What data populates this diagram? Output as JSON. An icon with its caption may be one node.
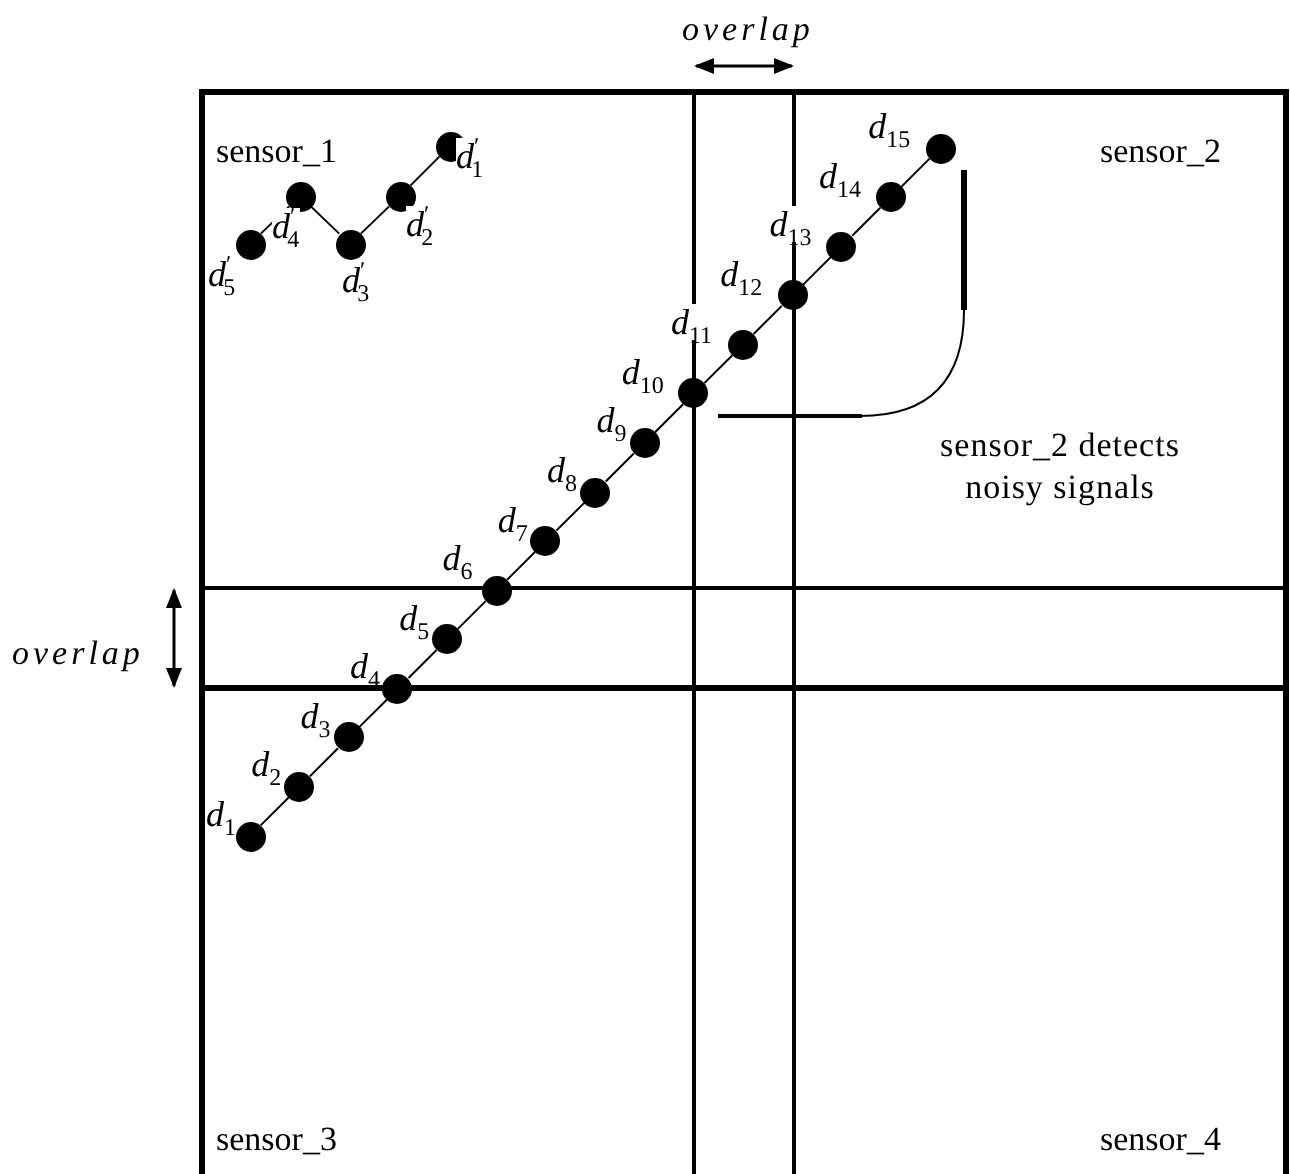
{
  "diagram": {
    "nodes": [
      {
        "text": [],
        "shape": "circle",
        "beside": [
          "*d*$_{1}$"
        ]
      },
      {
        "text": [],
        "shape": "circle",
        "beside": [
          "*d*$_{2}$"
        ]
      },
      {
        "text": [],
        "shape": "circle",
        "beside": [
          "*d*$_{3}$"
        ]
      },
      {
        "text": [],
        "shape": "circle",
        "beside": [
          "*d*$_{4}$"
        ]
      },
      {
        "text": [],
        "shape": "circle",
        "beside": [
          "*d*$_{5}$"
        ]
      },
      {
        "text": [],
        "shape": "circle",
        "beside": [
          "*d*$_{6}$"
        ]
      },
      {
        "text": [],
        "shape": "circle",
        "beside": [
          "*d*$_{7}$"
        ]
      },
      {
        "text": [],
        "shape": "circle",
        "beside": [
          "*d*$_{8}$"
        ]
      },
      {
        "text": [],
        "shape": "circle",
        "beside": [
          "*d*$_{9}$"
        ]
      },
      {
        "text": [],
        "shape": "circle",
        "beside": [
          "*d*$_{10}$"
        ]
      },
      {
        "text": [],
        "shape": "circle",
        "beside": [
          "*d*$_{11}$"
        ]
      },
      {
        "text": [],
        "shape": "circle",
        "beside": [
          "*d*$_{12}$"
        ]
      },
      {
        "text": [],
        "shape": "circle",
        "beside": [
          "*d*$_{13}$"
        ]
      },
      {
        "text": [],
        "shape": "circle",
        "beside": [
          "*d*$_{14}$"
        ]
      },
      {
        "text": [],
        "shape": "circle",
        "beside": [
          "*d*$_{15}$"
        ]
      },
      {
        "text": [],
        "shape": "circle",
        "beside": [
          "*d*$^{′}$$_{1}$"
        ]
      },
      {
        "text": [],
        "shape": "circle",
        "beside": [
          "*d*$^{′}$$_{2}$"
        ]
      },
      {
        "text": [],
        "shape": "circle",
        "beside": [
          "*d*$^{′}$$_{3}$"
        ]
      },
      {
        "text": [],
        "shape": "circle",
        "beside": [
          "*d*$^{′}$$_{4}$"
        ]
      },
      {
        "text": [],
        "shape": "circle",
        "beside": [
          "*d*$^{′}$$_{5}$"
        ]
      }
    ],
    "edges": [
      {
        "from": 0,
        "to": 1,
        "arrow": "none"
      },
      {
        "from": 1,
        "to": 2,
        "arrow": "none"
      },
      {
        "from": 2,
        "to": 3,
        "arrow": "none"
      },
      {
        "from": 3,
        "to": 4,
        "arrow": "none"
      },
      {
        "from": 4,
        "to": 5,
        "arrow": "none"
      },
      {
        "from": 5,
        "to": 6,
        "arrow": "none"
      },
      {
        "from": 6,
        "to": 7,
        "arrow": "none"
      },
      {
        "from": 7,
        "to": 8,
        "arrow": "none"
      },
      {
        "from": 8,
        "to": 9,
        "arrow": "none"
      },
      {
        "from": 9,
        "to": 10,
        "arrow": "none"
      },
      {
        "from": 10,
        "to": 11,
        "arrow": "none"
      },
      {
        "from": 11,
        "to": 12,
        "arrow": "none"
      },
      {
        "from": 12,
        "to": 13,
        "arrow": "none"
      },
      {
        "from": 13,
        "to": 14,
        "arrow": "none"
      },
      {
        "from": 15,
        "to": 16,
        "arrow": "none"
      },
      {
        "from": 16,
        "to": 17,
        "arrow": "none"
      },
      {
        "from": 17,
        "to": 18,
        "arrow": "none"
      },
      {
        "from": 18,
        "to": 19,
        "arrow": "none"
      }
    ],
    "labels": [
      "overlap",
      "sensor_1",
      "sensor_2",
      "sensor_2 detects noisy signals",
      "overlap",
      "sensor_3",
      "sensor_4"
    ]
  }
}
